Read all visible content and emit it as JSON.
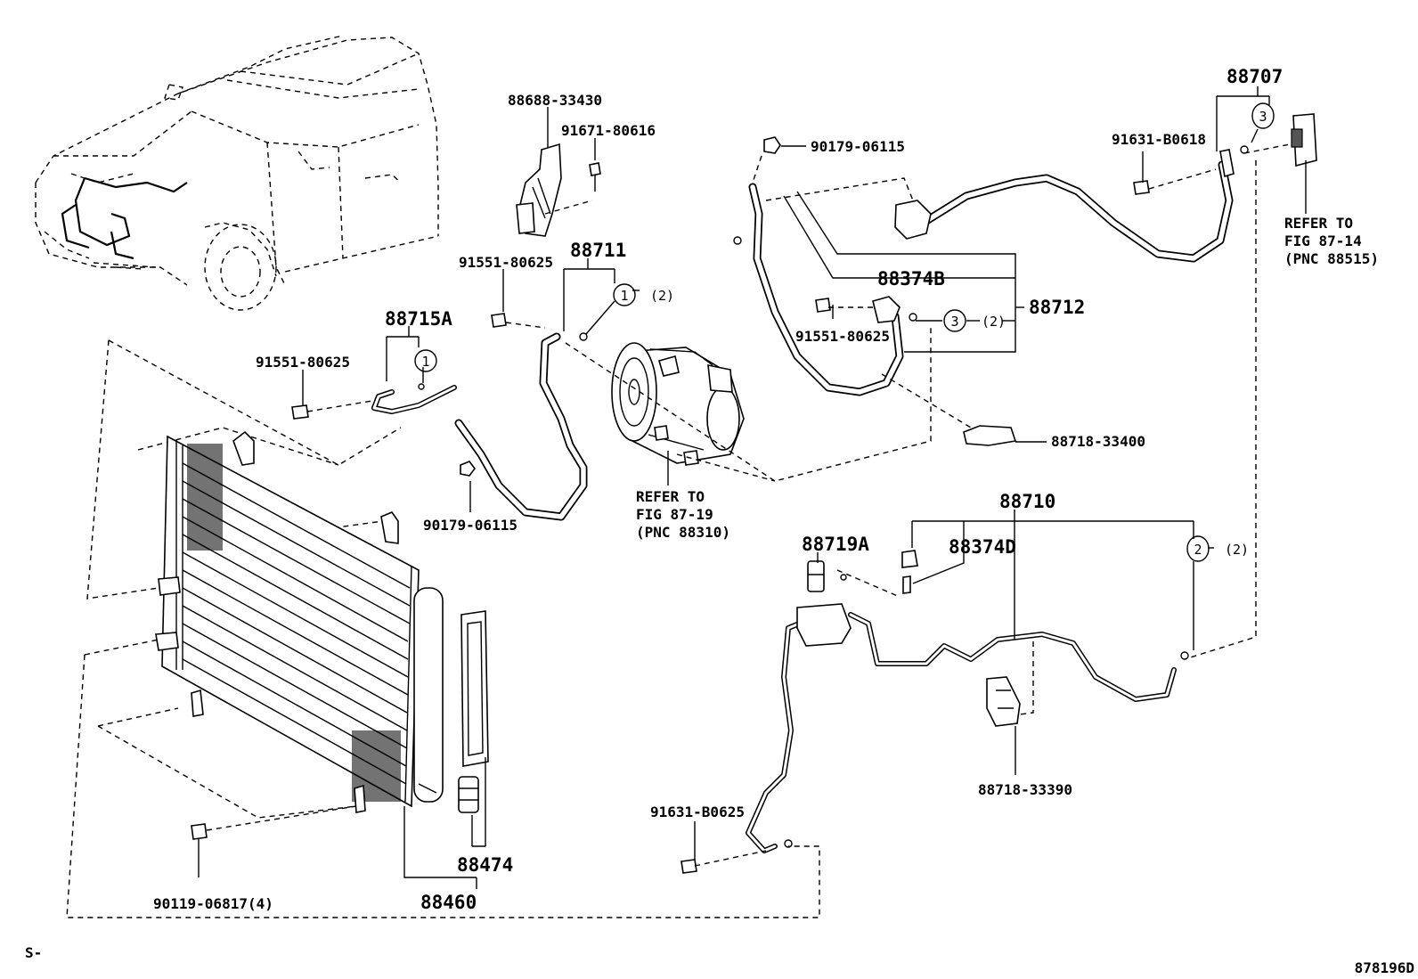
{
  "labels": {
    "p88688": "88688-33430",
    "p91671": "91671-80616",
    "p88711": "88711",
    "p91551_a": "91551-80625",
    "p91551_b": "91551-80625",
    "p91551_c": "91551-80625",
    "p88715A": "88715A",
    "p90179_a": "90179-06115",
    "p90179_b": "90179-06115",
    "p88374B": "88374B",
    "p88712": "88712",
    "p88718_400": "88718-33400",
    "p88707": "88707",
    "p91631_618": "91631-B0618",
    "p88710": "88710",
    "p88719A": "88719A",
    "p88374D": "88374D",
    "p88718_390": "88718-33390",
    "p91631_625": "91631-B0625",
    "p88474": "88474",
    "p88460": "88460",
    "p90119": "90119-06817(4)"
  },
  "circles": {
    "c1_top": "1",
    "c1_left": "1",
    "c3_mid": "3",
    "c3_top": "3",
    "c2_right": "2"
  },
  "quantities": {
    "q1": "(2)",
    "q3": "(2)",
    "q2": "(2)"
  },
  "refer_compressor": {
    "line1": "REFER TO",
    "line2": "FIG 87-19",
    "line3": "(PNC 88310)"
  },
  "refer_valve": {
    "line1": "REFER TO",
    "line2": "FIG 87-14",
    "line3": "(PNC 88515)"
  },
  "corner_left": "S-",
  "figure_id": "878196D"
}
